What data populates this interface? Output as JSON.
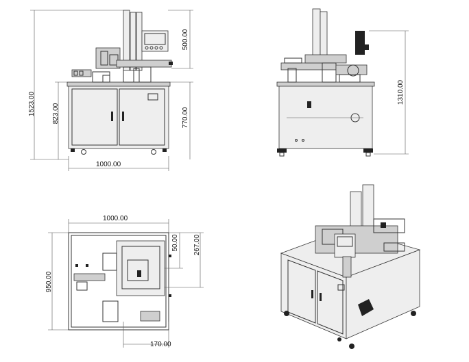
{
  "views": {
    "front": {
      "dims": {
        "total_height": "1523.00",
        "table_height": "823.00",
        "upper_height": "500.00",
        "lower_height": "770.00",
        "width": "1000.00"
      }
    },
    "side": {
      "dims": {
        "height": "1310.00"
      }
    },
    "top": {
      "dims": {
        "width": "1000.00",
        "depth": "950.00",
        "offset_small": "50.00",
        "offset_large": "267.00",
        "offset_bottom": "170.00"
      }
    },
    "iso": {}
  },
  "colors": {
    "line": "#333333",
    "panel": "#eeeeee",
    "dark": "#222222"
  }
}
